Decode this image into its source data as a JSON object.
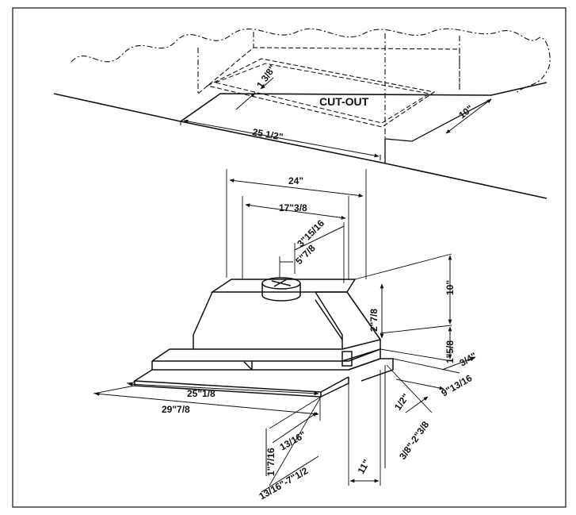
{
  "cutout": {
    "label": "CUT-OUT",
    "width": "25 1/2\"",
    "depth": "10\"",
    "offset": "1 3/8\""
  },
  "hood": {
    "top_width": "24\"",
    "inner_width": "17\"3/8",
    "duct_offset": "3\"15/16",
    "duct_center": "5\"7/8",
    "height": "10\"",
    "body_height": "2\"7/8",
    "lip_height": "1\"5/8",
    "trim_depth": "3/4\"",
    "side_depth": "9\"13/16",
    "trim_width": "25\"1/8",
    "overall_width": "29\"7/8",
    "front_a": "1/2\"",
    "front_adj": "3/8\"-2\"3/8",
    "front_b": "13/16\"",
    "front_c": "1\"7/16",
    "front_range": "13/16\"-7\"1/2",
    "depth": "11\""
  },
  "colors": {
    "line": "#111111",
    "background": "#ffffff"
  }
}
